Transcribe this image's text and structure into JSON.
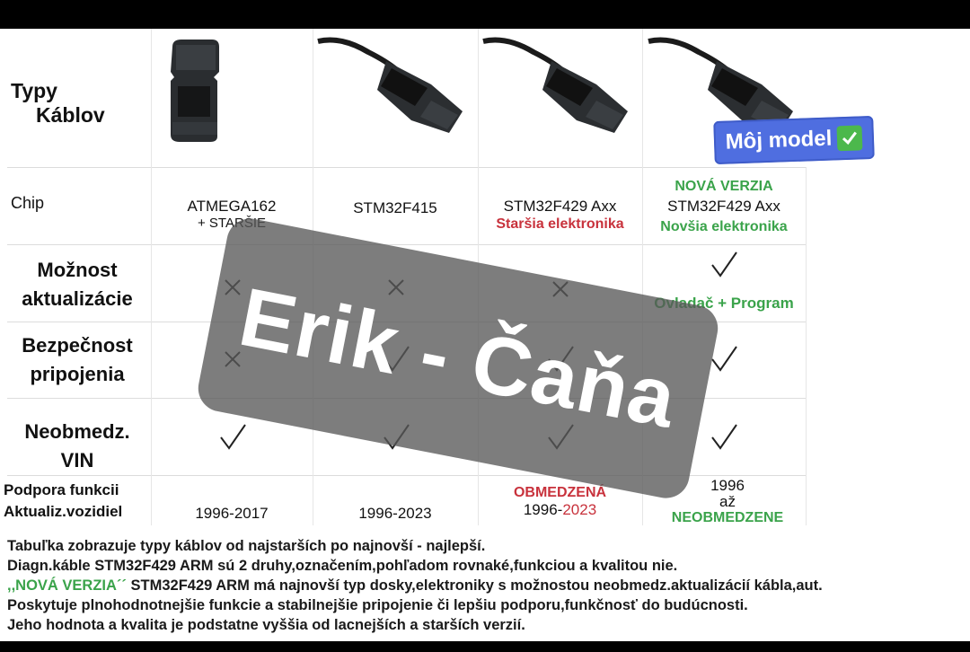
{
  "header": {
    "title_line1": "Typy",
    "title_line2": "Káblov"
  },
  "badge": {
    "label": "Môj model"
  },
  "rows": {
    "chip": "Chip",
    "update_line1": "Možnost",
    "update_line2": "aktualizácie",
    "safety_line1": "Bezpečnost",
    "safety_line2": "pripojenia",
    "vin_line1": "Neobmedz.",
    "vin_line2": "VIN",
    "support_line1": "Podpora funkcii",
    "support_line2": "Aktualiz.vozidiel"
  },
  "columns": [
    {
      "chip_line1": "ATMEGA162",
      "chip_line2": "+ STARŠIE",
      "support": "1996-2017"
    },
    {
      "chip_line1": "STM32F415",
      "support": "1996-2023"
    },
    {
      "chip_line1": "STM32F429 Axx",
      "chip_line2": "Staršia elektronika",
      "support_top": "OBMEDZENÁ",
      "support_prefix": "1996-",
      "support_suffix": "2023"
    },
    {
      "chip_top": "NOVÁ VERZIA",
      "chip_line1": "STM32F429 Axx",
      "chip_line2": "Novšia elektronika",
      "update_note": "Ovladač + Program",
      "support_line1": "1996",
      "support_line2": "až",
      "support_line3": "NEOBMEDZENE"
    }
  ],
  "watermark": {
    "text": "Erik - Čaňa"
  },
  "footer": {
    "line1": "Tabuľka zobrazuje typy káblov od najstarších po najnovší - najlepší.",
    "line2": "Diagn.káble STM32F429 ARM sú 2 druhy,označením,pohľadom rovnaké,funkciou a kvalitou nie.",
    "line3_highlight": ",,NOVÁ VERZIA´´",
    "line3_rest": " STM32F429 ARM má najnovší typ dosky,elektroniky s možnostou neobmedz.aktualizácií kábla,aut.",
    "line4": "Poskytuje plnohodnotnejšie funkcie a stabilnejšie pripojenie či lepšiu podporu,funkčnosť do budúcnosti.",
    "line5": "Jeho hodnota a kvalita je podstatne vyššia od lacnejších a starších verzií."
  },
  "colors": {
    "green": "#3aa34a",
    "red": "#c8323c",
    "badge": "#4f6ee0",
    "watermark": "#585858"
  }
}
